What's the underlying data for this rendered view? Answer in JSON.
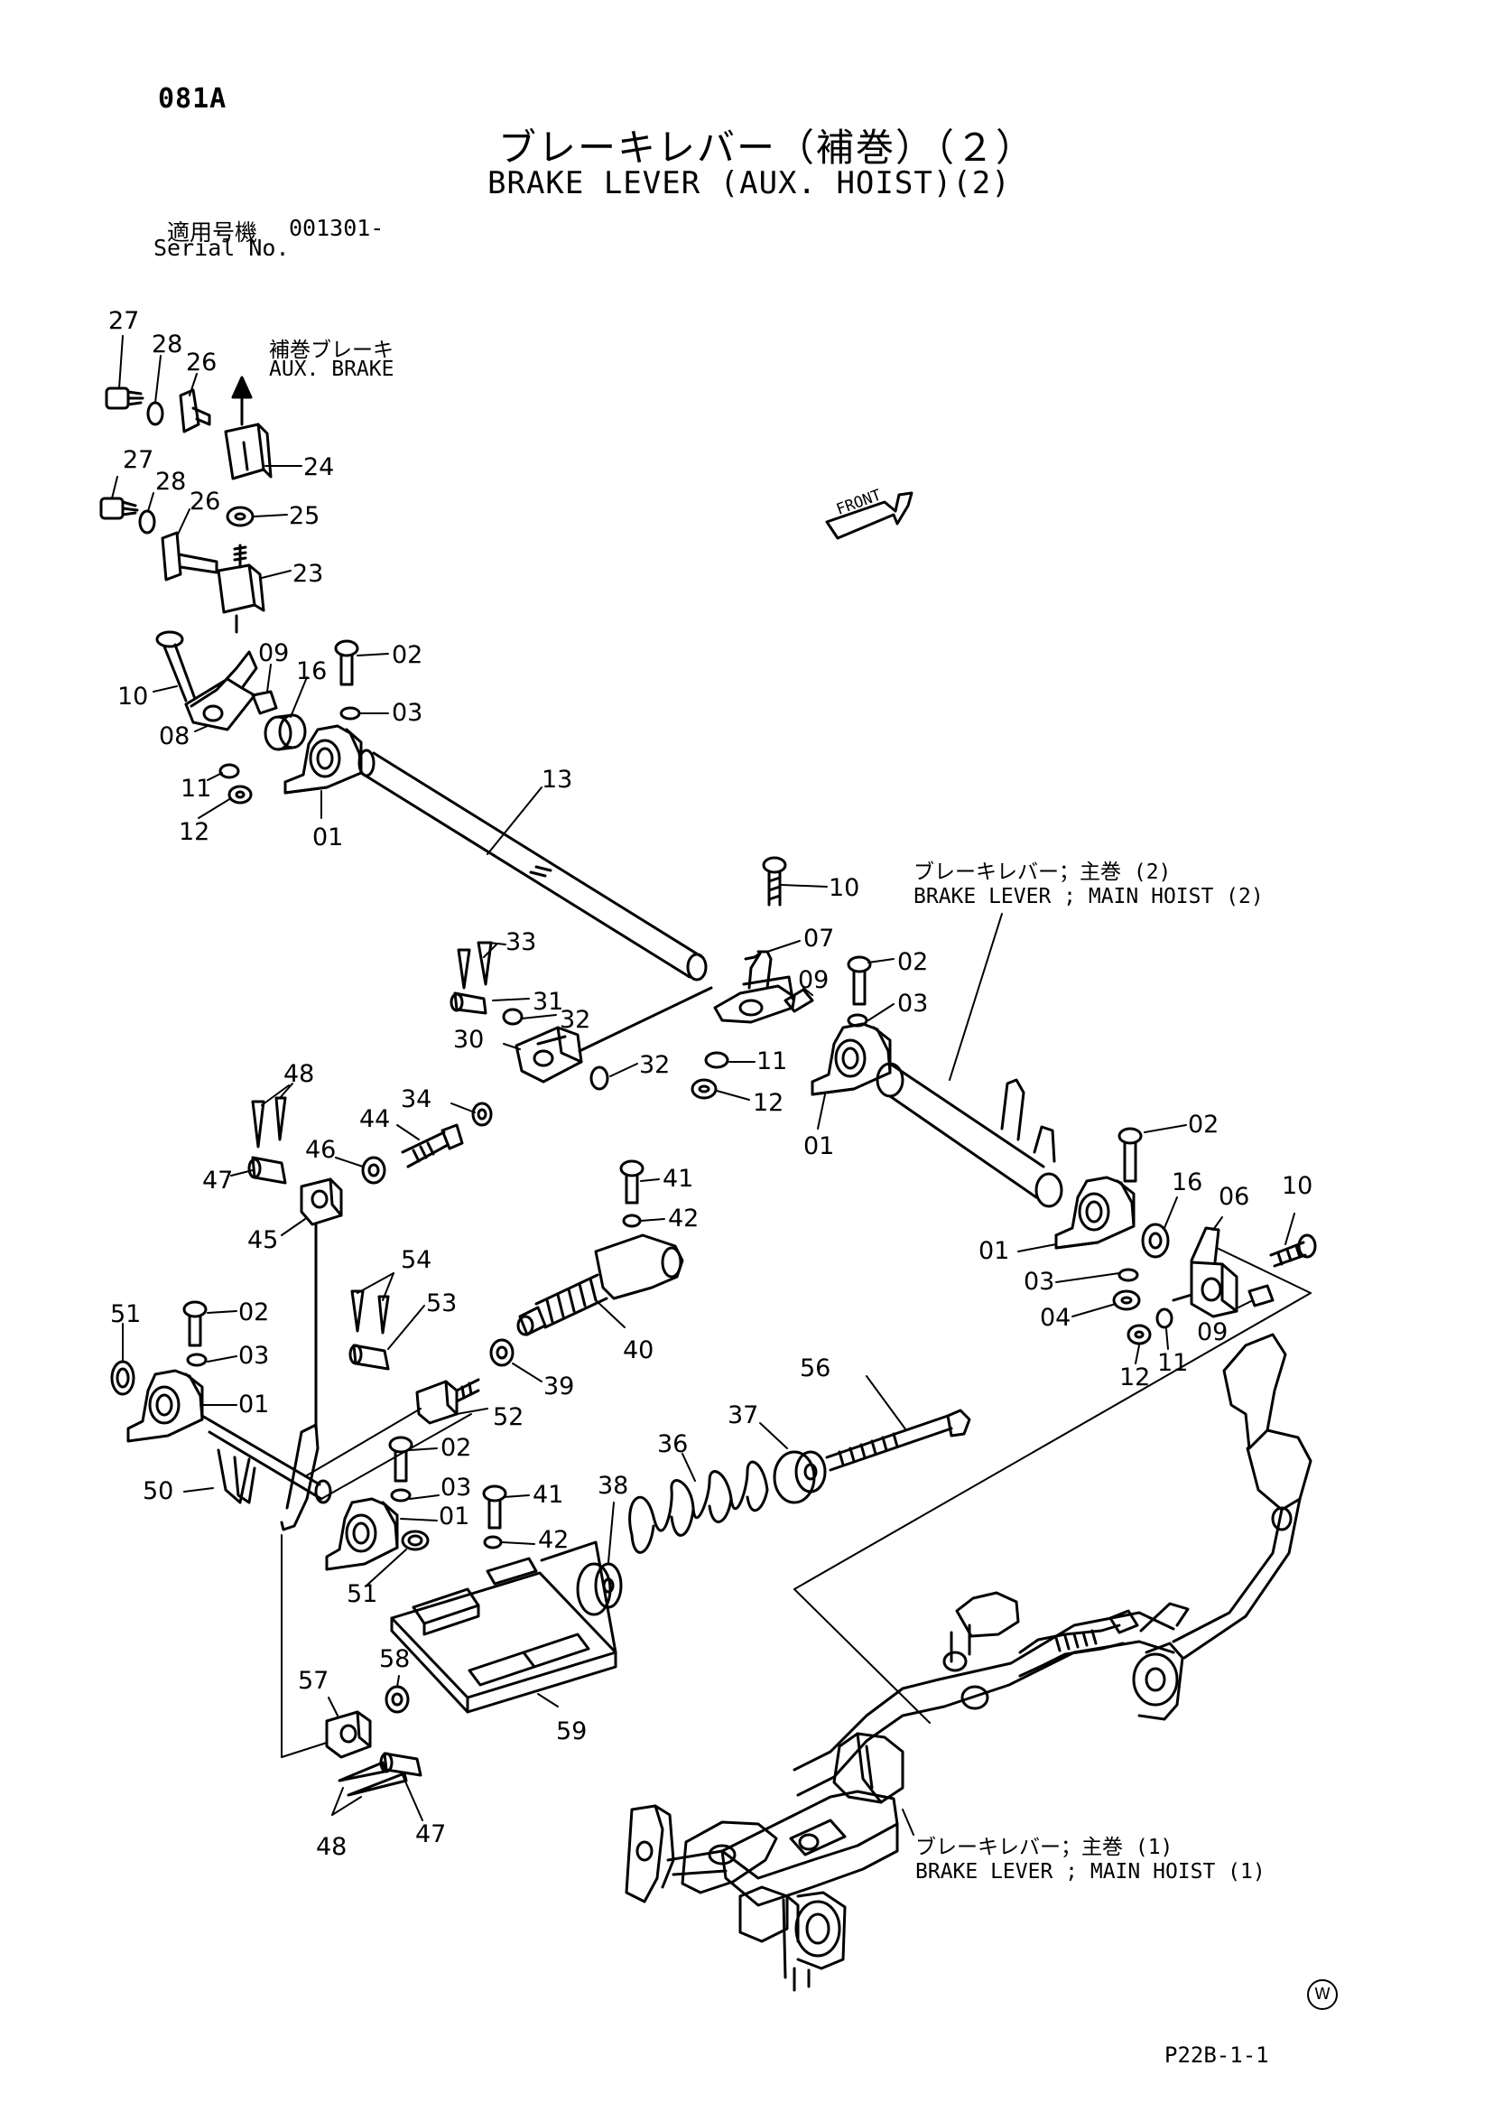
{
  "header": {
    "page_code": "081A",
    "title_jp": "ブレーキレバー（補巻）（２）",
    "title_en": "BRAKE LEVER (AUX. HOIST)(2)",
    "serial_label_jp": "適用号機",
    "serial_value": "001301-",
    "serial_label_en": "Serial No."
  },
  "labels": {
    "aux_brake_jp": "補巻ブレーキ",
    "aux_brake_en": "AUX. BRAKE",
    "front": "FRONT",
    "main2_jp": "ブレーキレバー；主巻 (2)",
    "main2_en": "BRAKE LEVER ; MAIN HOIST (2)",
    "main1_jp": "ブレーキレバー；主巻 (1)",
    "main1_en": "BRAKE LEVER ; MAIN HOIST (1)"
  },
  "callouts": [
    {
      "id": "c27a",
      "text": "27"
    },
    {
      "id": "c28a",
      "text": "28"
    },
    {
      "id": "c26a",
      "text": "26"
    },
    {
      "id": "c24",
      "text": "24"
    },
    {
      "id": "c27b",
      "text": "27"
    },
    {
      "id": "c28b",
      "text": "28"
    },
    {
      "id": "c26b",
      "text": "26"
    },
    {
      "id": "c25",
      "text": "25"
    },
    {
      "id": "c23",
      "text": "23"
    },
    {
      "id": "c10a",
      "text": "10"
    },
    {
      "id": "c09a",
      "text": "09"
    },
    {
      "id": "c16a",
      "text": "16"
    },
    {
      "id": "c02a",
      "text": "02"
    },
    {
      "id": "c03a",
      "text": "03"
    },
    {
      "id": "c08",
      "text": "08"
    },
    {
      "id": "c11a",
      "text": "11"
    },
    {
      "id": "c12a",
      "text": "12"
    },
    {
      "id": "c01a",
      "text": "01"
    },
    {
      "id": "c13",
      "text": "13"
    },
    {
      "id": "c10b",
      "text": "10"
    },
    {
      "id": "c07",
      "text": "07"
    },
    {
      "id": "c09b",
      "text": "09"
    },
    {
      "id": "c02b",
      "text": "02"
    },
    {
      "id": "c03b",
      "text": "03"
    },
    {
      "id": "c11b",
      "text": "11"
    },
    {
      "id": "c12b",
      "text": "12"
    },
    {
      "id": "c01b",
      "text": "01"
    },
    {
      "id": "c33",
      "text": "33"
    },
    {
      "id": "c31",
      "text": "31"
    },
    {
      "id": "c32a",
      "text": "32"
    },
    {
      "id": "c30",
      "text": "30"
    },
    {
      "id": "c32b",
      "text": "32"
    },
    {
      "id": "c48a",
      "text": "48"
    },
    {
      "id": "c34",
      "text": "34"
    },
    {
      "id": "c44",
      "text": "44"
    },
    {
      "id": "c46",
      "text": "46"
    },
    {
      "id": "c47a",
      "text": "47"
    },
    {
      "id": "c45",
      "text": "45"
    },
    {
      "id": "c41a",
      "text": "41"
    },
    {
      "id": "c42a",
      "text": "42"
    },
    {
      "id": "c02c",
      "text": "02"
    },
    {
      "id": "c16b",
      "text": "16"
    },
    {
      "id": "c06",
      "text": "06"
    },
    {
      "id": "c10c",
      "text": "10"
    },
    {
      "id": "c01c",
      "text": "01"
    },
    {
      "id": "c03c",
      "text": "03"
    },
    {
      "id": "c04",
      "text": "04"
    },
    {
      "id": "c09c",
      "text": "09"
    },
    {
      "id": "c11c",
      "text": "11"
    },
    {
      "id": "c12c",
      "text": "12"
    },
    {
      "id": "c54",
      "text": "54"
    },
    {
      "id": "c53",
      "text": "53"
    },
    {
      "id": "c40",
      "text": "40"
    },
    {
      "id": "c51a",
      "text": "51"
    },
    {
      "id": "c02d",
      "text": "02"
    },
    {
      "id": "c03d",
      "text": "03"
    },
    {
      "id": "c01d",
      "text": "01"
    },
    {
      "id": "c39",
      "text": "39"
    },
    {
      "id": "c52",
      "text": "52"
    },
    {
      "id": "c56",
      "text": "56"
    },
    {
      "id": "c37",
      "text": "37"
    },
    {
      "id": "c50",
      "text": "50"
    },
    {
      "id": "c02e",
      "text": "02"
    },
    {
      "id": "c03e",
      "text": "03"
    },
    {
      "id": "c01e",
      "text": "01"
    },
    {
      "id": "c36",
      "text": "36"
    },
    {
      "id": "c38",
      "text": "38"
    },
    {
      "id": "c41b",
      "text": "41"
    },
    {
      "id": "c42b",
      "text": "42"
    },
    {
      "id": "c51b",
      "text": "51"
    },
    {
      "id": "c58",
      "text": "58"
    },
    {
      "id": "c57",
      "text": "57"
    },
    {
      "id": "c59",
      "text": "59"
    },
    {
      "id": "c48b",
      "text": "48"
    },
    {
      "id": "c47b",
      "text": "47"
    }
  ],
  "footer": {
    "mark": "W",
    "page_ref": "P22B-1-1"
  }
}
